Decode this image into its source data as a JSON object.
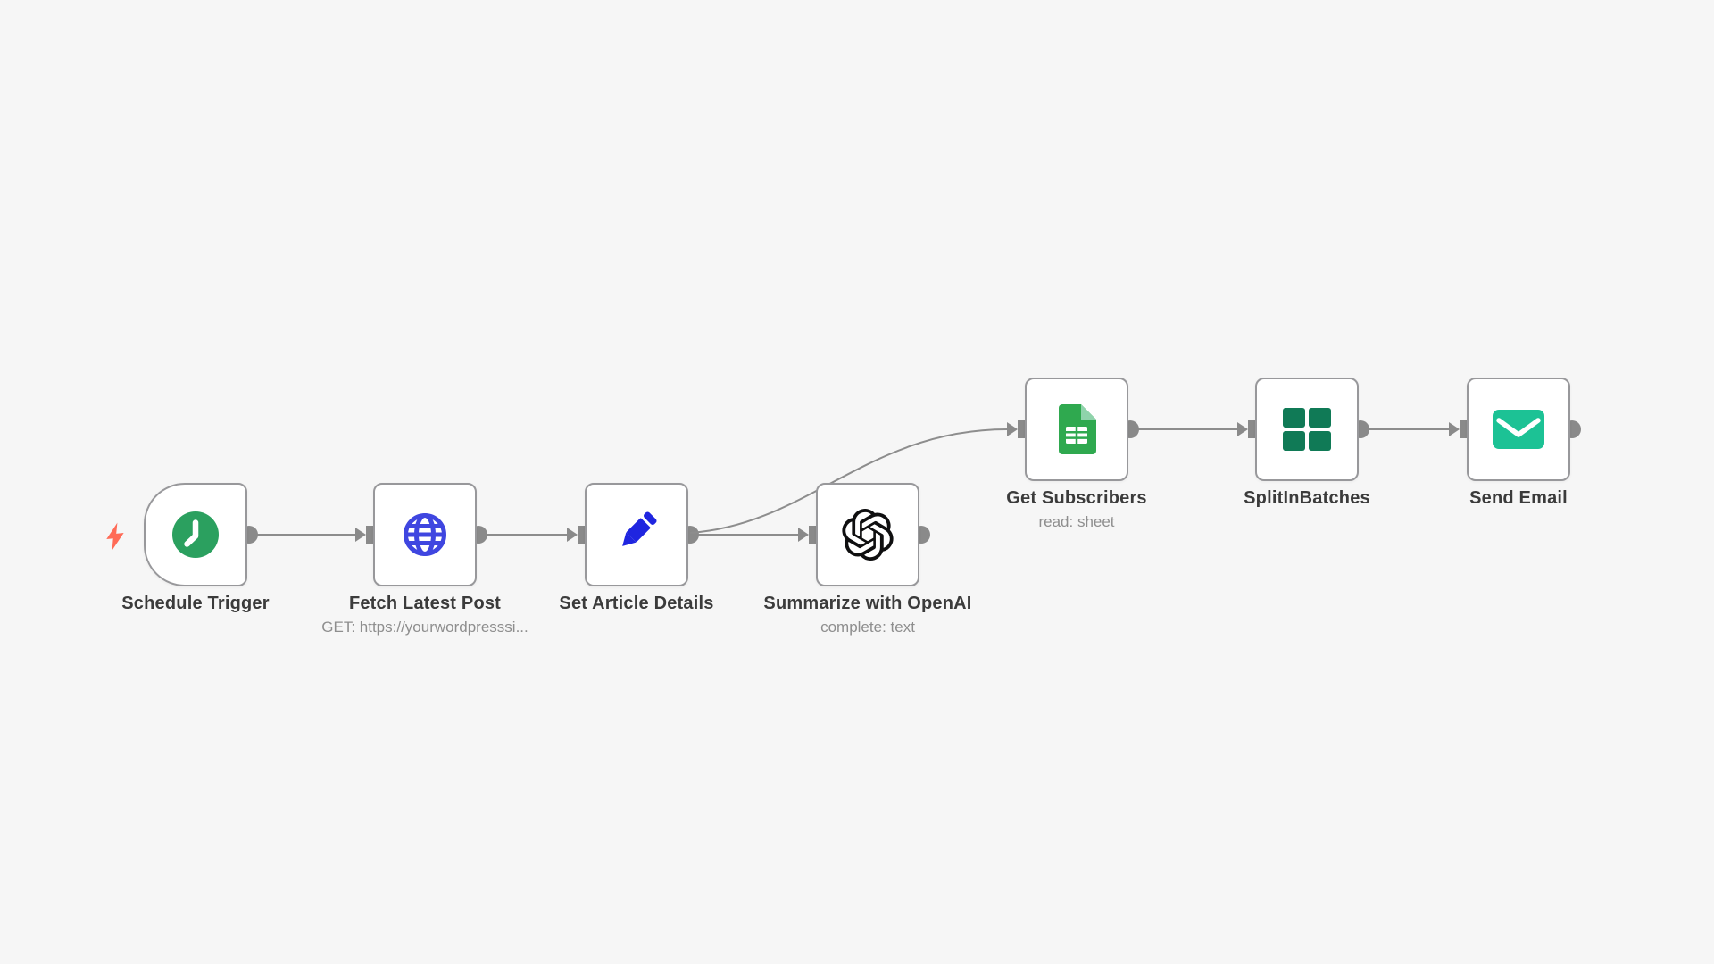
{
  "canvas": {
    "background_color": "#f6f6f6",
    "connector_color": "#8d8d8d"
  },
  "trigger_indicator": {
    "icon": "lightning-bolt-icon",
    "color": "#ff6b57"
  },
  "nodes": [
    {
      "label": "Schedule Trigger",
      "subtitle": "",
      "icon": "clock-icon",
      "type": "trigger",
      "icon_color": "#2ba05f"
    },
    {
      "label": "Fetch Latest Post",
      "subtitle": "GET: https://yourwordpresssi...",
      "icon": "globe-icon",
      "type": "action",
      "icon_color": "#3f46e0"
    },
    {
      "label": "Set Article Details",
      "subtitle": "",
      "icon": "pencil-icon",
      "type": "action",
      "icon_color": "#1f25e0"
    },
    {
      "label": "Summarize with OpenAI",
      "subtitle": "complete: text",
      "icon": "openai-icon",
      "type": "action",
      "icon_color": "#0f0f10"
    },
    {
      "label": "Get Subscribers",
      "subtitle": "read: sheet",
      "icon": "google-sheets-icon",
      "type": "action",
      "icon_color": "#2fa94f"
    },
    {
      "label": "SplitInBatches",
      "subtitle": "",
      "icon": "grid-icon",
      "type": "action",
      "icon_color": "#107a56"
    },
    {
      "label": "Send Email",
      "subtitle": "",
      "icon": "envelope-icon",
      "type": "action",
      "icon_color": "#1cc295"
    }
  ],
  "connections": [
    {
      "from": "Schedule Trigger",
      "to": "Fetch Latest Post"
    },
    {
      "from": "Fetch Latest Post",
      "to": "Set Article Details"
    },
    {
      "from": "Set Article Details",
      "to": "Summarize with OpenAI"
    },
    {
      "from": "Set Article Details",
      "to": "Get Subscribers"
    },
    {
      "from": "Get Subscribers",
      "to": "SplitInBatches"
    },
    {
      "from": "SplitInBatches",
      "to": "Send Email"
    }
  ]
}
